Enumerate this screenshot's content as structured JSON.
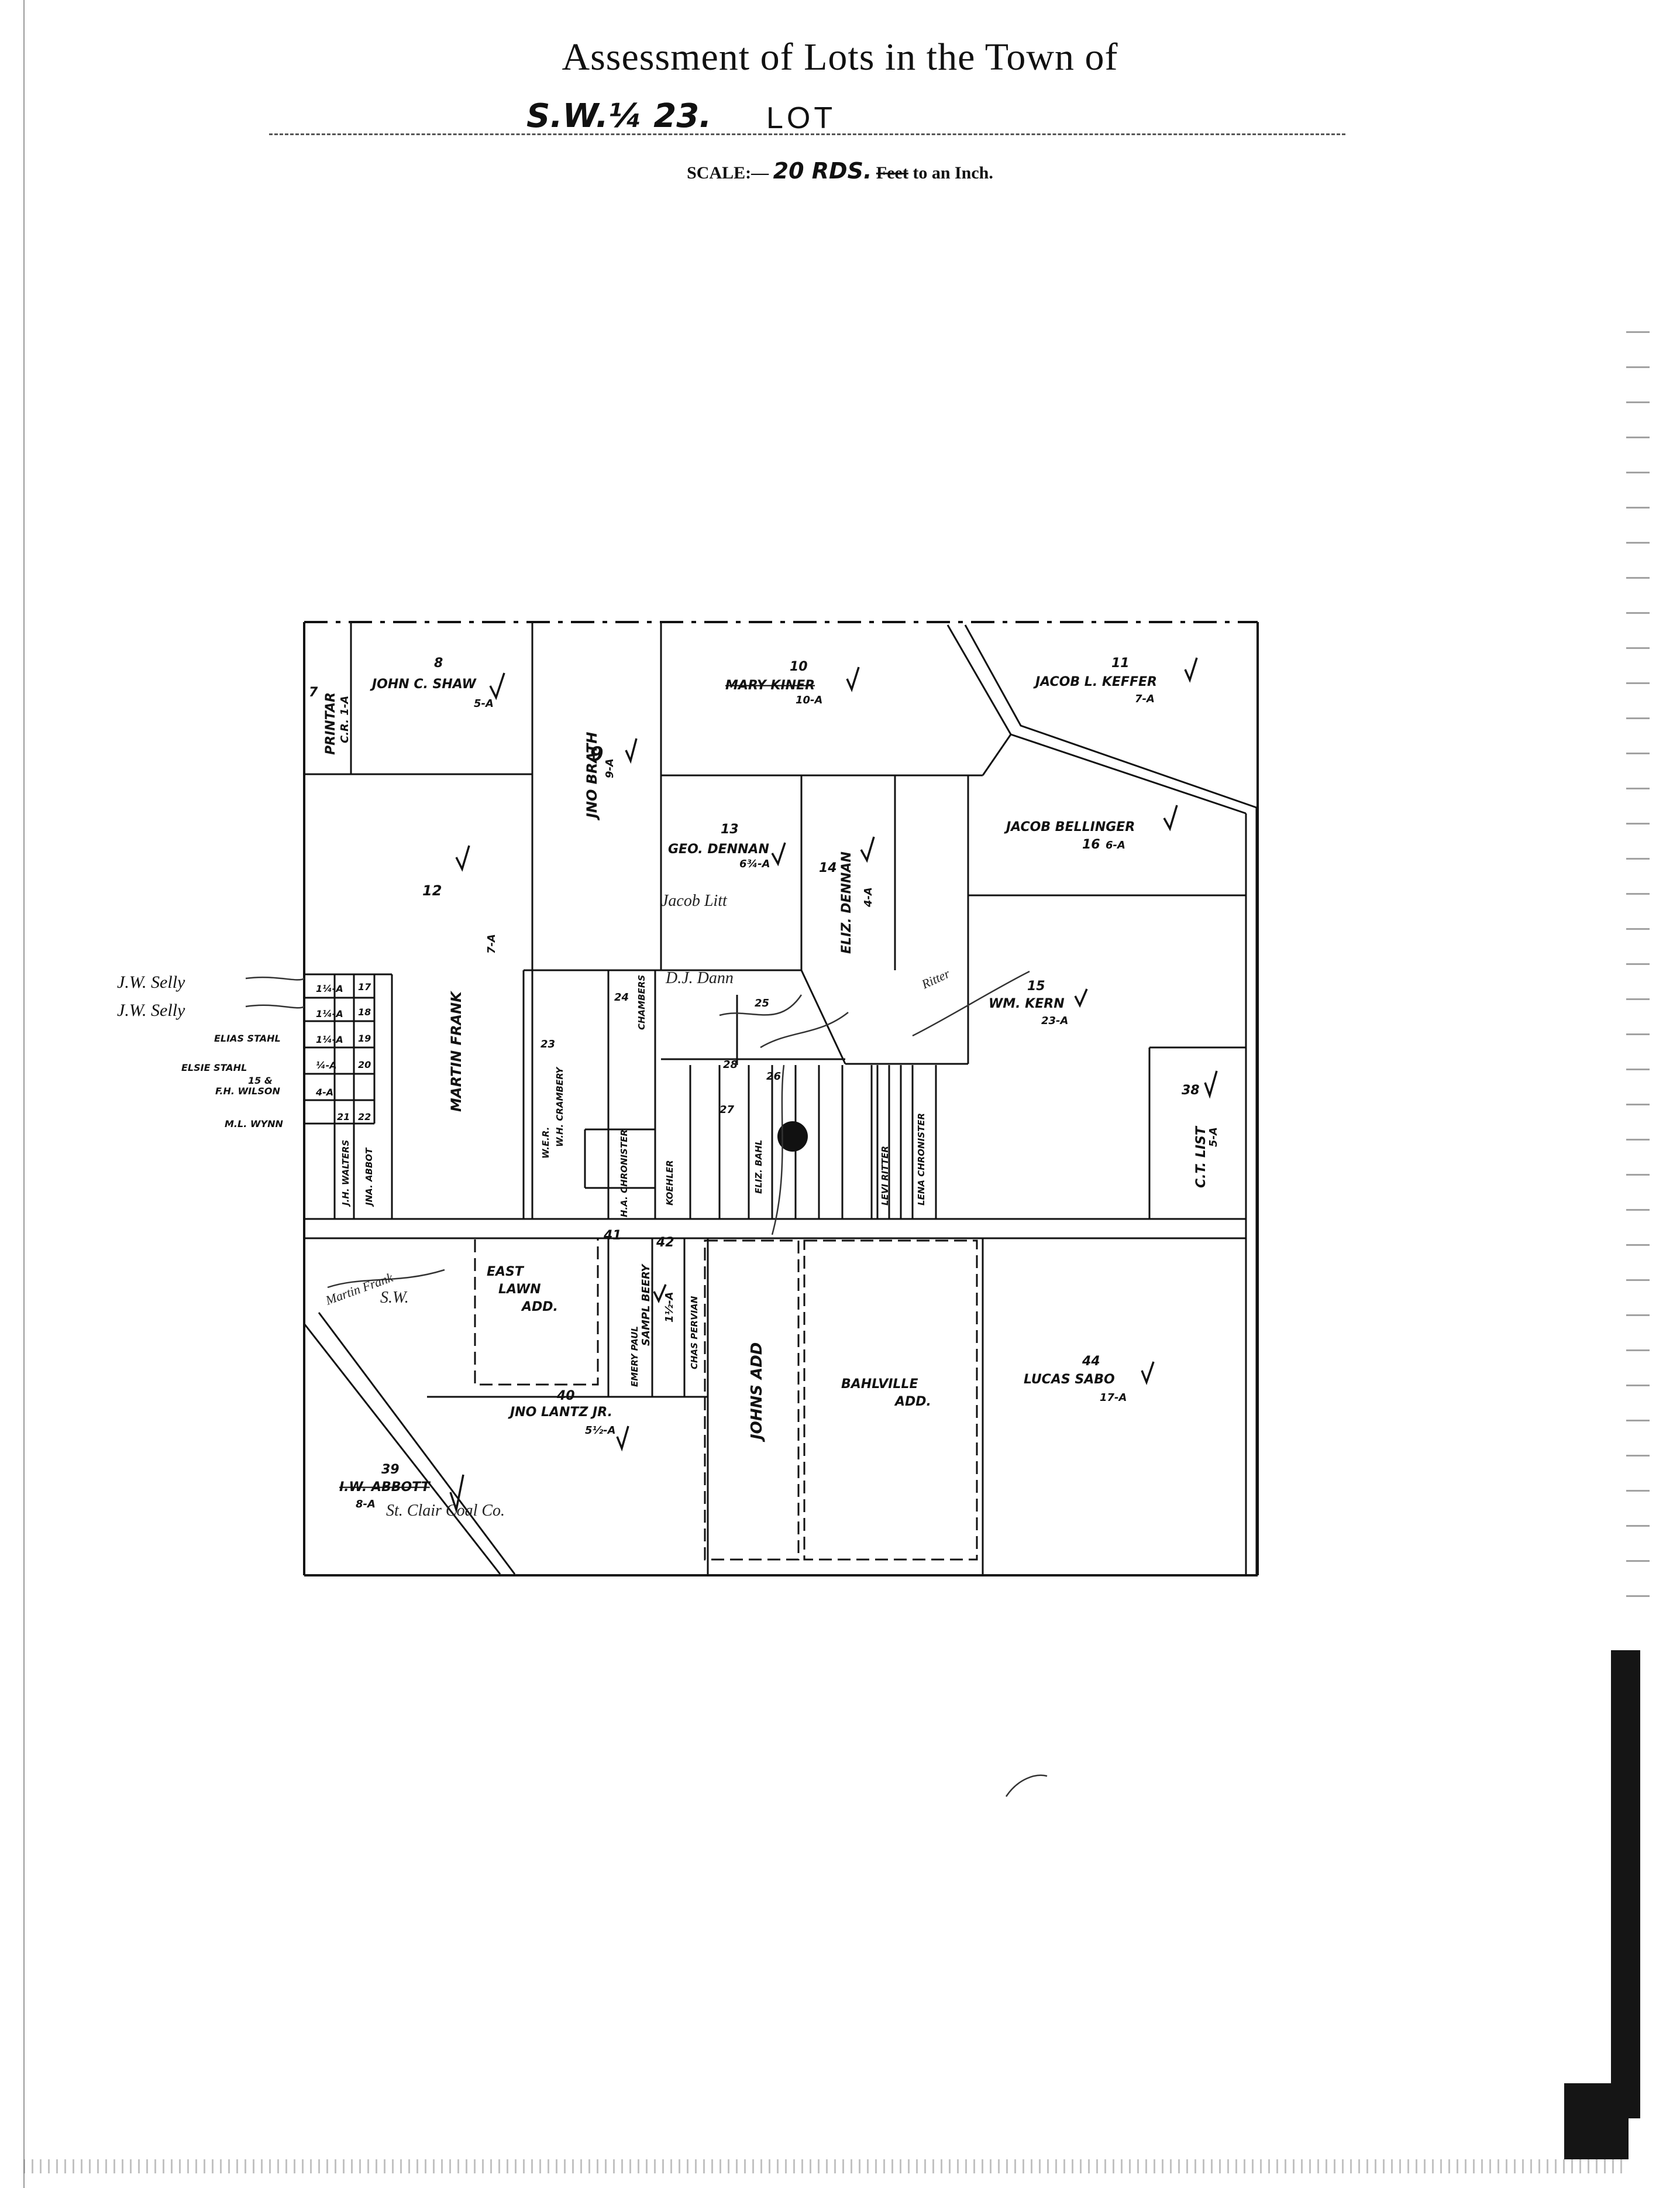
{
  "header": {
    "title": "Assessment of Lots in the Town of",
    "section": "S.W.¼ 23.",
    "lot_label": "LOT",
    "scale_prefix": "SCALE:—",
    "scale_value": "20 RDS.",
    "scale_struck": "Feet",
    "scale_suffix": "to an Inch."
  },
  "lots": [
    {
      "id": "lot-7",
      "number": "7",
      "owner": "PRINTAR",
      "area": "C.R. 1-A"
    },
    {
      "id": "lot-8",
      "number": "8",
      "owner": "JOHN C. SHAW",
      "area": "5-A"
    },
    {
      "id": "lot-9",
      "number": "9",
      "owner": "JNO BRATH",
      "area": "9-A"
    },
    {
      "id": "lot-10",
      "number": "10",
      "owner": "MARY KINER",
      "area": "10-A"
    },
    {
      "id": "lot-11",
      "number": "11",
      "owner": "JACOB L. KEFFER",
      "area": "7-A"
    },
    {
      "id": "lot-12",
      "number": "12",
      "owner": "MARTIN FRANK",
      "area": "7-A"
    },
    {
      "id": "lot-13",
      "number": "13",
      "owner": "GEO. DENNAN",
      "area": "6¾-A"
    },
    {
      "id": "lot-14",
      "number": "14",
      "owner": "ELIZ. DENNAN",
      "area": "4-A"
    },
    {
      "id": "lot-15",
      "number": "15",
      "owner": "WM. KERN",
      "area": "23-A"
    },
    {
      "id": "lot-16",
      "number": "16",
      "owner": "JACOB BELLINGER",
      "area": "6-A"
    },
    {
      "id": "lot-38",
      "number": "38",
      "owner": "C.T. LIST",
      "area": "5-A"
    },
    {
      "id": "lot-39",
      "number": "39",
      "owner": "I.W. ABBOTT",
      "area": "8-A"
    },
    {
      "id": "lot-40",
      "number": "40",
      "owner": "JNO LANTZ JR.",
      "area": "5½-A"
    },
    {
      "id": "lot-41",
      "number": "41",
      "owner": "",
      "area": ""
    },
    {
      "id": "lot-42",
      "number": "42",
      "owner": "SAMPL BEERY",
      "area": "1½-A"
    },
    {
      "id": "lot-44",
      "number": "44",
      "owner": "LUCAS SABO",
      "area": "17-A"
    }
  ],
  "strip_lots": {
    "west_numbers": [
      "17",
      "18",
      "19",
      "20",
      "21",
      "22"
    ],
    "small_areas": [
      "1¼-A",
      "1¼-A",
      "1¼-A",
      "¼-A",
      "4-A"
    ],
    "names": [
      "W.H. CRAMBERY",
      "LEVI RITTER",
      "LENA CHRONISTER",
      "ELIZ. BAHL",
      "CHAS PERVIAN",
      "H.A. CHRONISTER",
      "J.H. WALTERS",
      "JNA. ABBOT",
      "CHAMBERS",
      "W.E.R.",
      "KOEHLER",
      "EMERY PAUL"
    ],
    "small_numbers": [
      "23",
      "24",
      "25",
      "26",
      "27",
      "28"
    ]
  },
  "side_names": [
    {
      "id": "sellz-1",
      "text": "J.W. Selly"
    },
    {
      "id": "sellz-2",
      "text": "J.W. Selly"
    },
    {
      "id": "elias",
      "text": "ELIAS STAHL"
    },
    {
      "id": "elsie",
      "text": "ELSIE STAHL"
    },
    {
      "id": "wilson",
      "text": "F.H. WILSON"
    },
    {
      "id": "wynn",
      "text": "M.L. WYNN"
    },
    {
      "id": "wilson-num",
      "text": "15 &"
    }
  ],
  "additions": [
    {
      "id": "east-lawn",
      "text_1": "EAST",
      "text_2": "LAWN",
      "text_3": "ADD."
    },
    {
      "id": "johns",
      "text": "JOHNS ADD"
    },
    {
      "id": "bahlville",
      "text_1": "BAHLVILLE",
      "text_2": "ADD."
    }
  ],
  "handwritten": [
    {
      "id": "hw-jacob-litt",
      "text": "Jacob Litt"
    },
    {
      "id": "hw-dj",
      "text": "D.J. Dann"
    },
    {
      "id": "hw-ritter",
      "text": "Ritter"
    },
    {
      "id": "hw-st-co",
      "text": "St. Clair Coal Co."
    },
    {
      "id": "hw-martin",
      "text": "Martin Frank"
    },
    {
      "id": "hw-sw",
      "text": "S.W."
    }
  ]
}
